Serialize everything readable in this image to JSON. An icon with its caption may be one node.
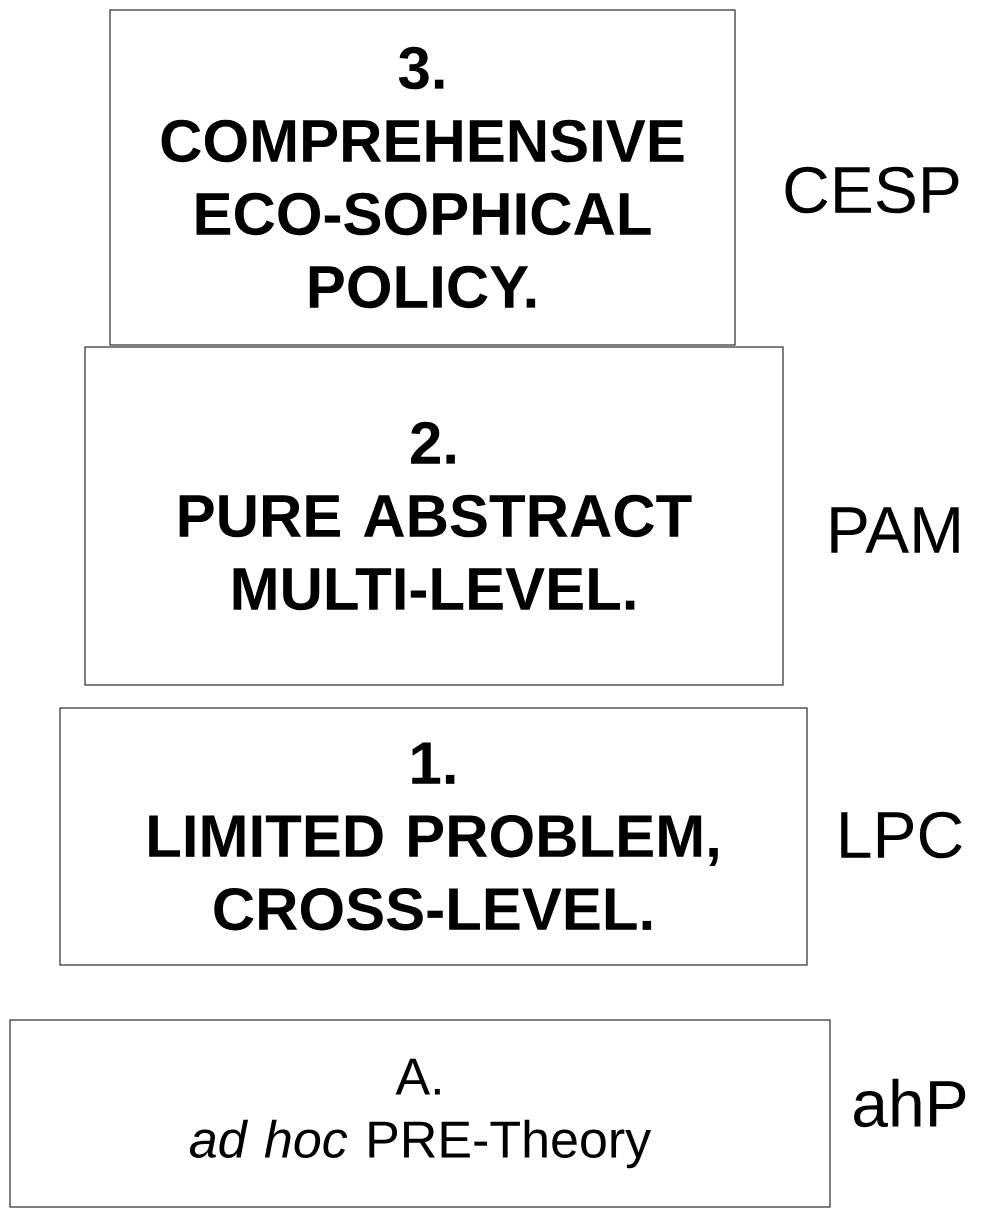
{
  "diagram": {
    "nodes": [
      {
        "text": [
          "3.",
          "COMPREHENSIVE ECO-SOPHICAL POLICY."
        ],
        "beside": [
          "CESP"
        ]
      },
      {
        "text": [
          "2.",
          "PURE ABSTRACT MULTI-LEVEL."
        ],
        "beside": [
          "PAM"
        ]
      },
      {
        "text": [
          "1.",
          "LIMITED PROBLEM, CROSS-LEVEL."
        ],
        "beside": [
          "LPC"
        ]
      },
      {
        "text": [
          "A.",
          "*ad hoc* PRE-Theory"
        ],
        "beside": [
          "ahP"
        ]
      }
    ]
  }
}
